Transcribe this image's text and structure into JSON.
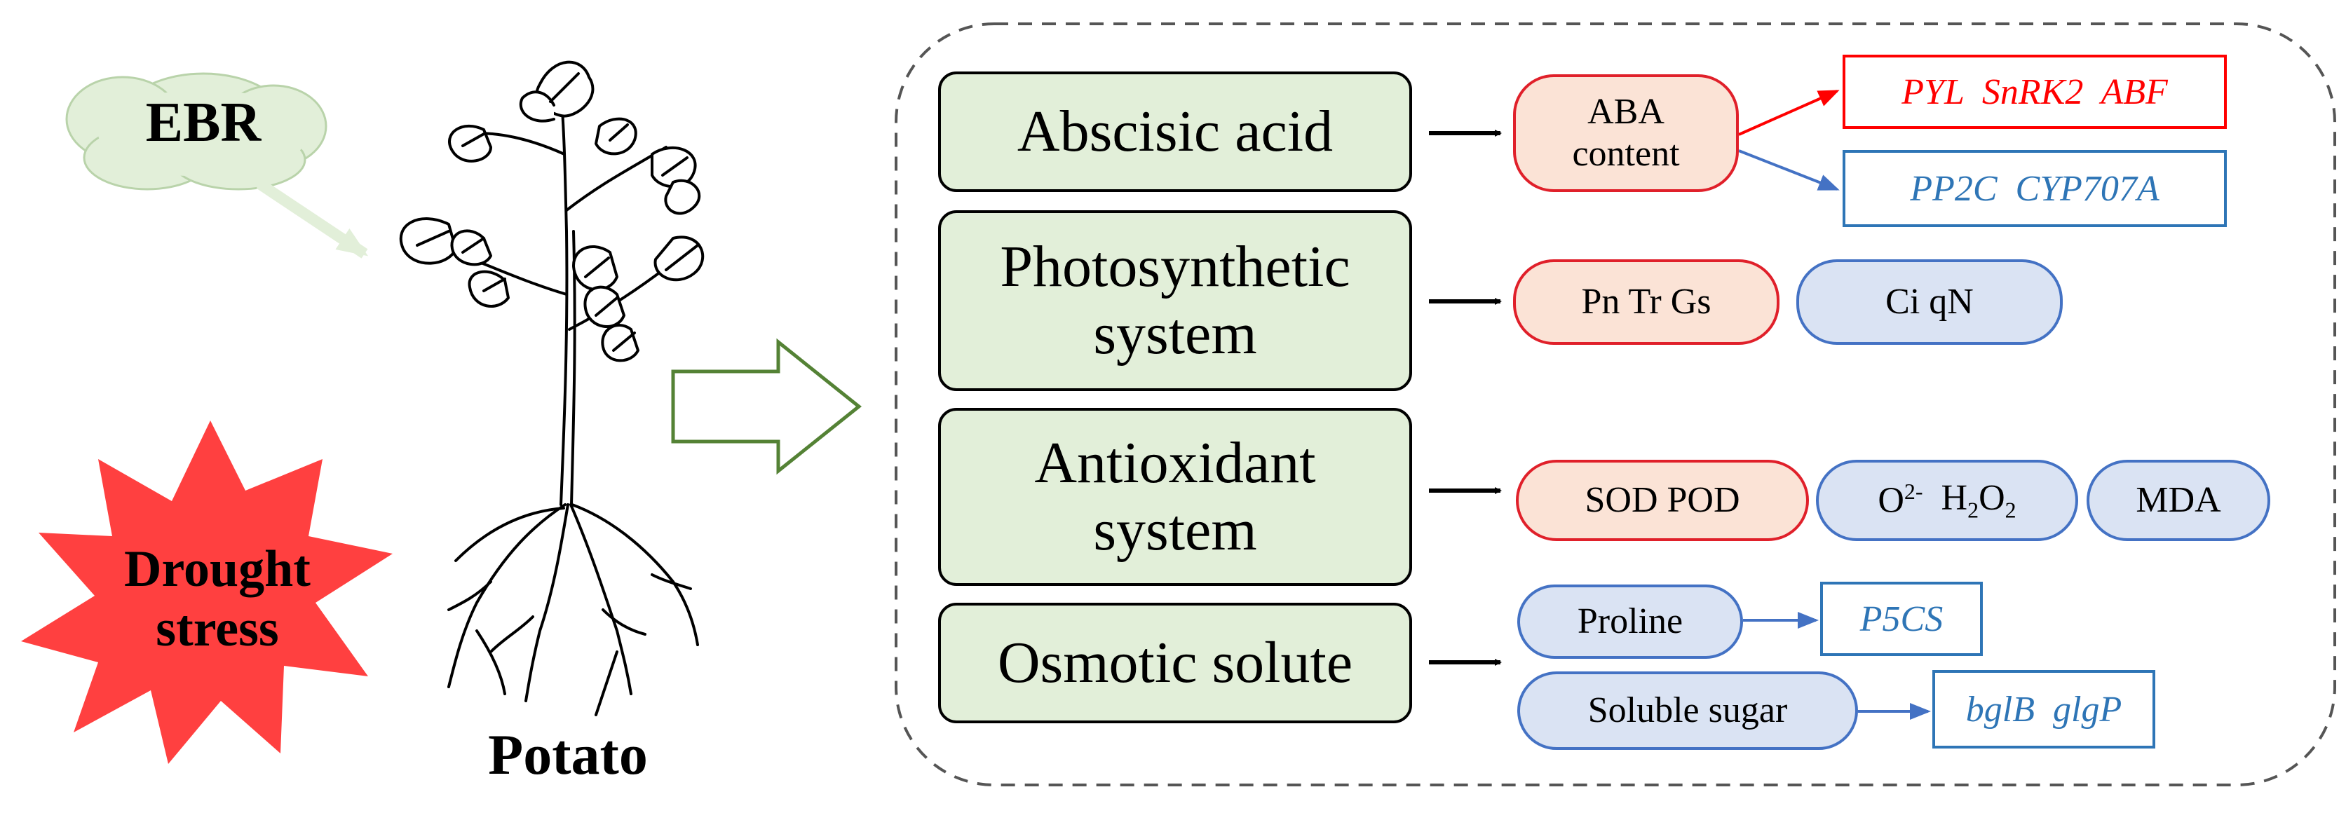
{
  "left": {
    "ebr_label": "EBR",
    "drought_line1": "Drought",
    "drought_line2": "stress",
    "plant_label": "Potato"
  },
  "colors": {
    "flow_fill": "#e2efd9",
    "up_fill": "#fbe3d6",
    "up_border": "#e0202a",
    "down_fill": "#dae3f3",
    "down_border": "#4472c4",
    "gene_red": "#ff0000",
    "gene_blue": "#2e75b6",
    "burst": "#ff4040",
    "cloud": "#e2efd9"
  },
  "rows": [
    {
      "category": [
        "Abscisic acid"
      ],
      "items": [
        {
          "type": "up",
          "lines": [
            "ABA",
            "content"
          ]
        }
      ],
      "genes": [
        {
          "color": "red",
          "text": "PYL  SnRK2  ABF"
        },
        {
          "color": "blue",
          "text": "PP2C  CYP707A"
        }
      ]
    },
    {
      "category": [
        "Photosynthetic",
        "system"
      ],
      "items": [
        {
          "type": "up",
          "text": "Pn Tr Gs"
        },
        {
          "type": "down",
          "text": "Ci  qN"
        }
      ]
    },
    {
      "category": [
        "Antioxidant",
        "system"
      ],
      "items": [
        {
          "type": "up",
          "text": "SOD  POD"
        },
        {
          "type": "down",
          "o2": "O",
          "o2_sup": "2-",
          "h2o2_h": "H",
          "h2o2_2a": "2",
          "h2o2_o": "O",
          "h2o2_2b": "2"
        },
        {
          "type": "down",
          "text": "MDA"
        }
      ]
    },
    {
      "category": [
        "Osmotic solute"
      ],
      "items": [
        {
          "type": "down",
          "text": "Proline",
          "gene": "P5CS"
        },
        {
          "type": "down",
          "text": "Soluble sugar",
          "gene": "bglB  glgP"
        }
      ]
    }
  ]
}
